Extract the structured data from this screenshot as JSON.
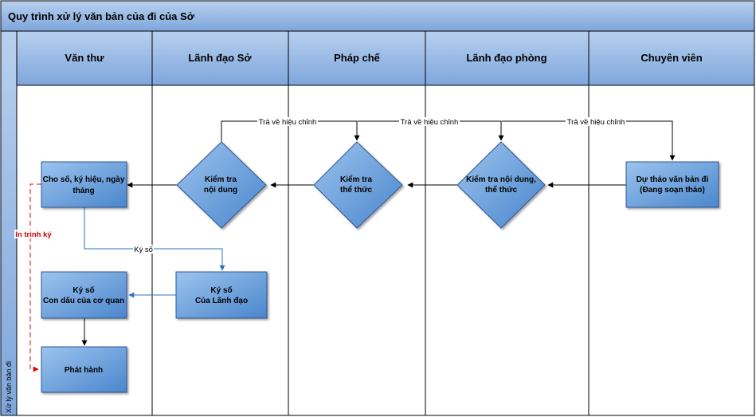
{
  "title": "Quy trình xử lý văn bản của đi của Sở",
  "side_label": "Xử lý văn bản đi",
  "lanes": [
    "Văn thư",
    "Lãnh đạo Sở",
    "Pháp chế",
    "Lãnh đạo phòng",
    "Chuyên viên"
  ],
  "nodes": {
    "du_thao": [
      "Dự thảo văn bản đi",
      "(Đang soạn thảo)"
    ],
    "kt_noidung_thethuc": [
      "Kiểm tra nội dung,",
      "thể thức"
    ],
    "kt_thethuc": [
      "Kiểm tra",
      "thể thức"
    ],
    "kt_noidung": [
      "Kiểm tra",
      "nội dung"
    ],
    "cho_so": [
      "Cho số, ký hiệu, ngày",
      "tháng"
    ],
    "ky_so_lanhdao": [
      "Ký số",
      "Của Lãnh đạo"
    ],
    "ky_so_coquan": [
      "Ký số",
      "Con dấu của cơ quan"
    ],
    "phat_hanh": [
      "Phát hành"
    ]
  },
  "edges": {
    "return_1": "Trả về hiệu chỉnh",
    "return_2": "Trả về hiệu chỉnh",
    "return_3": "Trả về hiệu chỉnh",
    "ky_so": "Ký số",
    "in_trinh_ky": "In trình ký"
  },
  "colors": {
    "header_fill": "#8db4e2",
    "lane_header_fill": "#95b3d7",
    "node_fill": "#5b9bd5",
    "node_stroke": "#2f5597",
    "blue_edge": "#2e75b6",
    "red_edge": "#e00000",
    "black_edge": "#000000"
  }
}
